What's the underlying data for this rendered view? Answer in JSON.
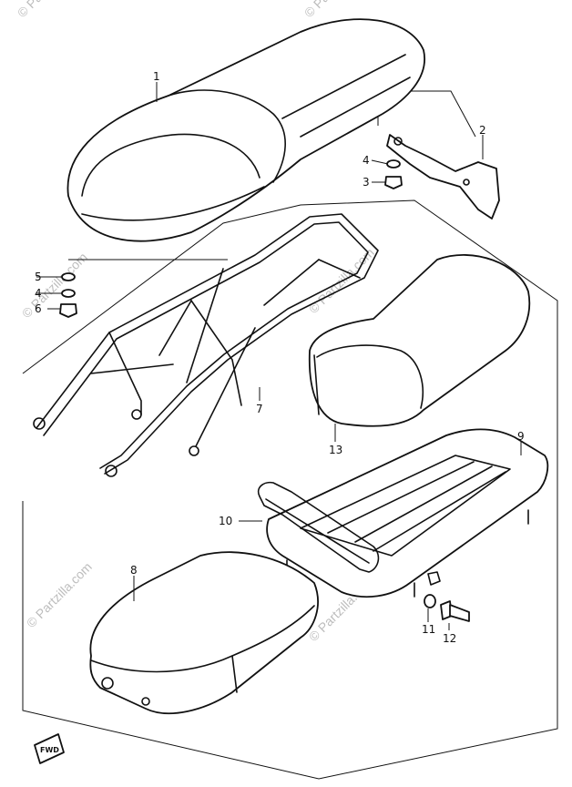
{
  "diagram": {
    "callouts": [
      "1",
      "2",
      "3",
      "4",
      "5",
      "4",
      "6",
      "7",
      "13",
      "9",
      "10",
      "8",
      "11",
      "12"
    ],
    "forward_label": "FWD"
  },
  "watermarks": [
    "© Partzilla.com"
  ],
  "colors": {
    "line": "#111111",
    "background": "#ffffff",
    "watermark": "#bdbdbd"
  }
}
